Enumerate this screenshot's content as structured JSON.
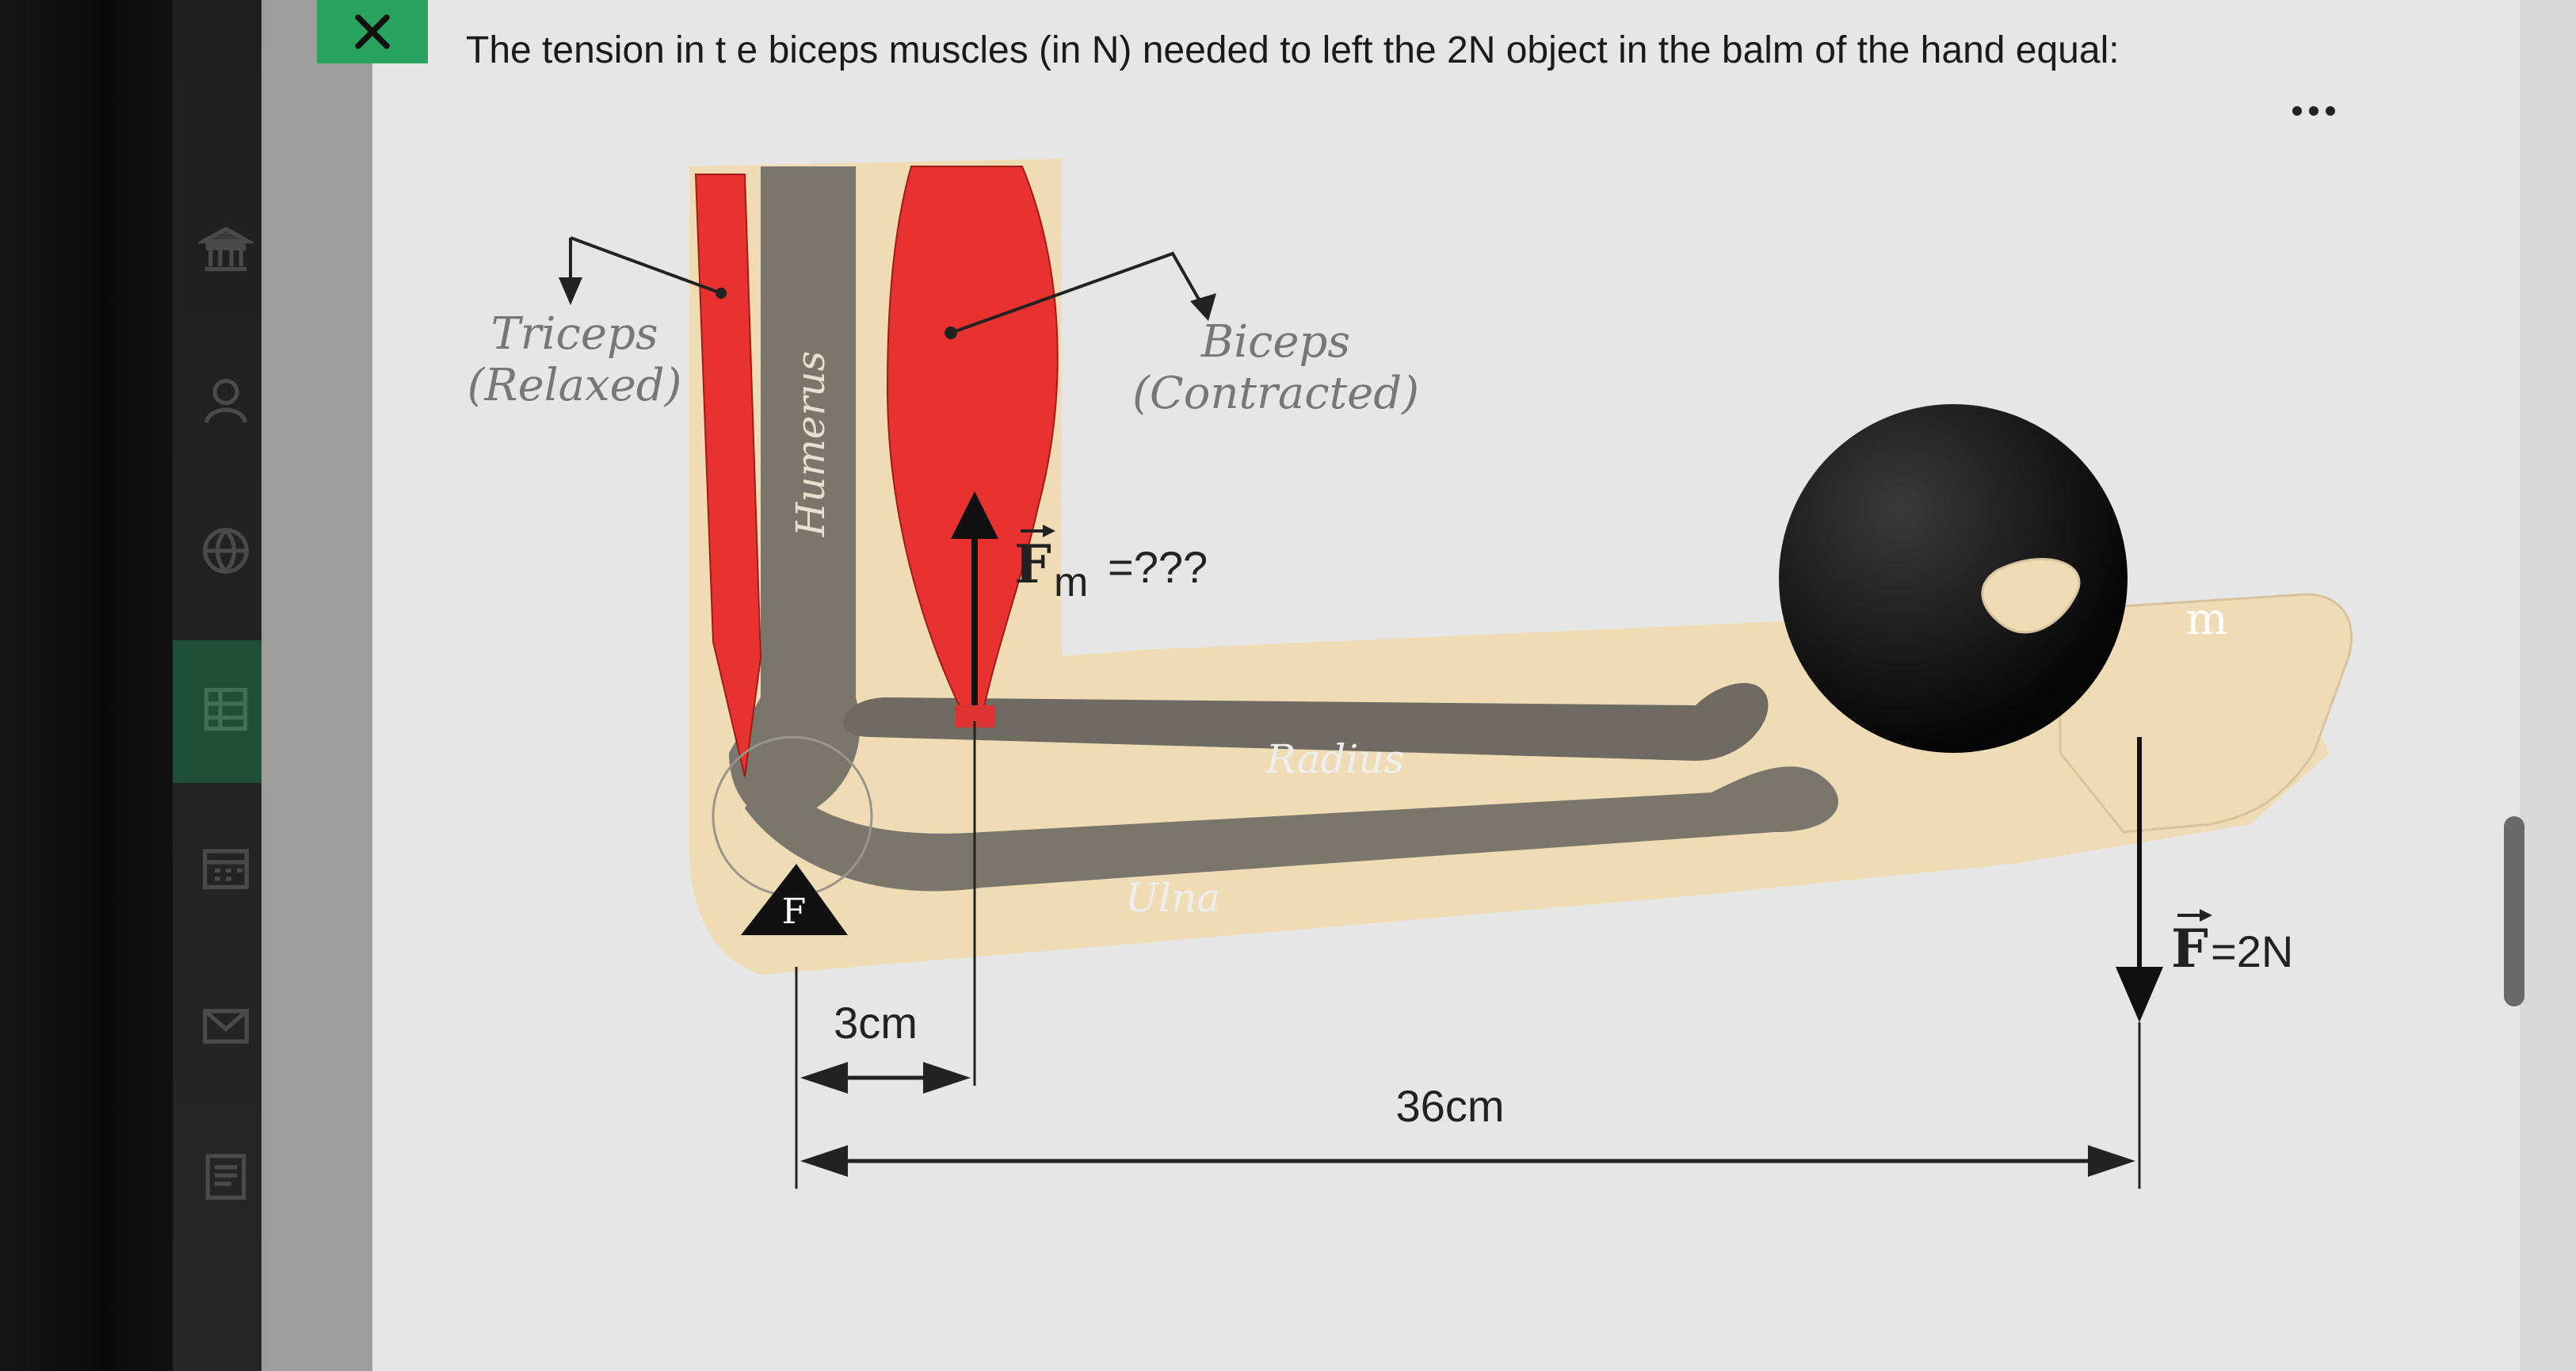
{
  "question": {
    "text": "The tension in t e biceps muscles (in N) needed to left the 2N object in the balm of the hand equal:"
  },
  "toolbar": {
    "close_icon": "close-icon",
    "more_icon": "more-icon"
  },
  "sidebar": {
    "icons": [
      "bank-icon",
      "person-icon",
      "globe-icon",
      "grid-icon",
      "calendar-icon",
      "mail-icon",
      "document-icon"
    ]
  },
  "diagram": {
    "triceps_label": "Triceps",
    "triceps_state": "(Relaxed)",
    "humerus_label": "Humerus",
    "biceps_label": "Biceps",
    "biceps_state": "(Contracted)",
    "force_muscle_symbol": "F",
    "force_muscle_sub": "m",
    "force_muscle_value": "=???",
    "mass_label": "m",
    "radius_label": "Radius",
    "ulna_label": "Ulna",
    "fulcrum_label": "F",
    "force_weight_symbol": "F",
    "force_weight_value": "=2N",
    "short_distance": "3cm",
    "long_distance": "36cm"
  },
  "colors": {
    "accent_green": "#27a35f",
    "muscle_red": "#e8322f",
    "bone_gray": "#7a766c",
    "skin": "#efdcb4"
  }
}
